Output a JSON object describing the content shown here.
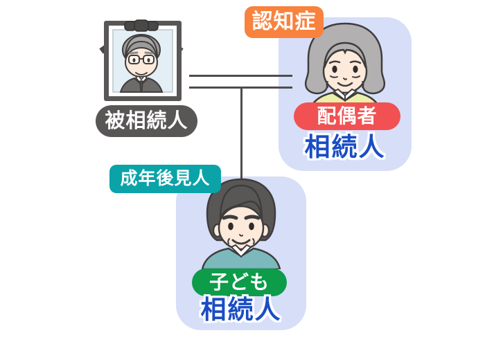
{
  "colors": {
    "person_box_bg": "#d6def8",
    "condition_tag_bg": "#f8823e",
    "guardian_tag_bg": "#0aa3a8",
    "deceased_pill_bg": "#595656",
    "spouse_pill_bg": "#f15152",
    "child_pill_bg": "#0c9c4a",
    "heir_text": "#1a4dc4",
    "connector": "#4f4c4c"
  },
  "deceased": {
    "name_label": "被相続人"
  },
  "spouse": {
    "condition_tag": "認知症",
    "relation_label": "配偶者",
    "heir_label": "相続人"
  },
  "child": {
    "guardian_tag": "成年後見人",
    "relation_label": "子ども",
    "heir_label": "相続人"
  }
}
